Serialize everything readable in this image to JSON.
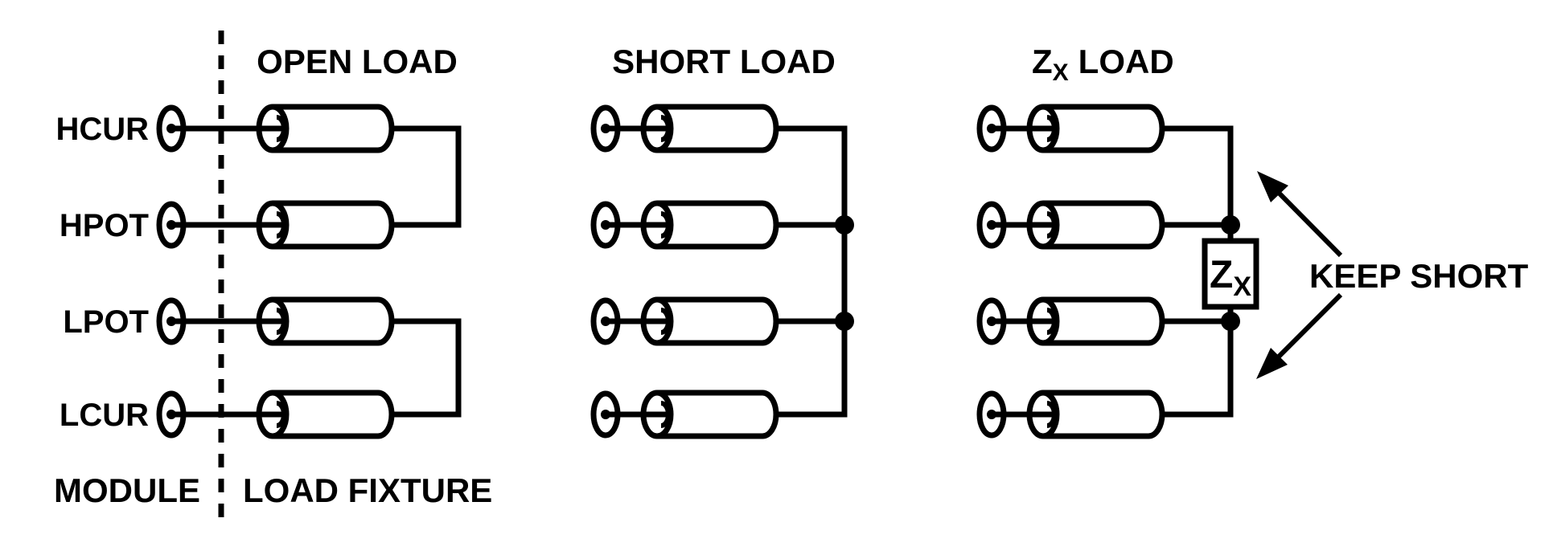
{
  "colors": {
    "ink": "#000000",
    "background": "#ffffff"
  },
  "module": {
    "label": "MODULE",
    "terminals": [
      "HCUR",
      "HPOT",
      "LPOT",
      "LCUR"
    ]
  },
  "load_fixture_label": "LOAD FIXTURE",
  "diagrams": {
    "open": {
      "title": "OPEN LOAD"
    },
    "short": {
      "title": "SHORT LOAD"
    },
    "zx": {
      "title_z": "Z",
      "title_sub": "X",
      "title_rest": "LOAD",
      "box_z": "Z",
      "box_sub": "X",
      "keep_short": "KEEP SHORT"
    }
  },
  "symbols": {
    "coax_cable_icon": "cylinder with end cap and inner-conductor arc",
    "bnc_connector_icon": "ellipse with center pin dot",
    "junction_dot_icon": "filled circle junction",
    "divider": "vertical dashed line between module and load fixture"
  }
}
